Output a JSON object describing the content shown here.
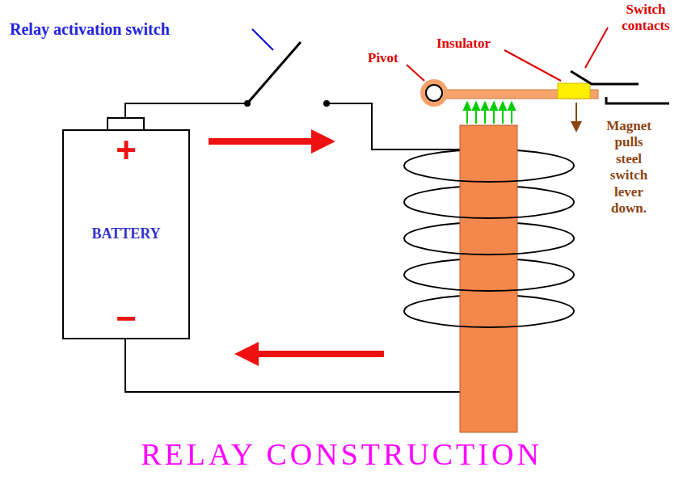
{
  "diagram": {
    "title": "RELAY CONSTRUCTION",
    "nodes": [
      {
        "text": [
          "+",
          "BATTERY",
          "−"
        ]
      }
    ],
    "labels": [
      "Relay activation switch",
      "Pivot",
      "Insulator",
      "Switch contacts",
      "Magnet pulls steel switch lever down."
    ]
  }
}
